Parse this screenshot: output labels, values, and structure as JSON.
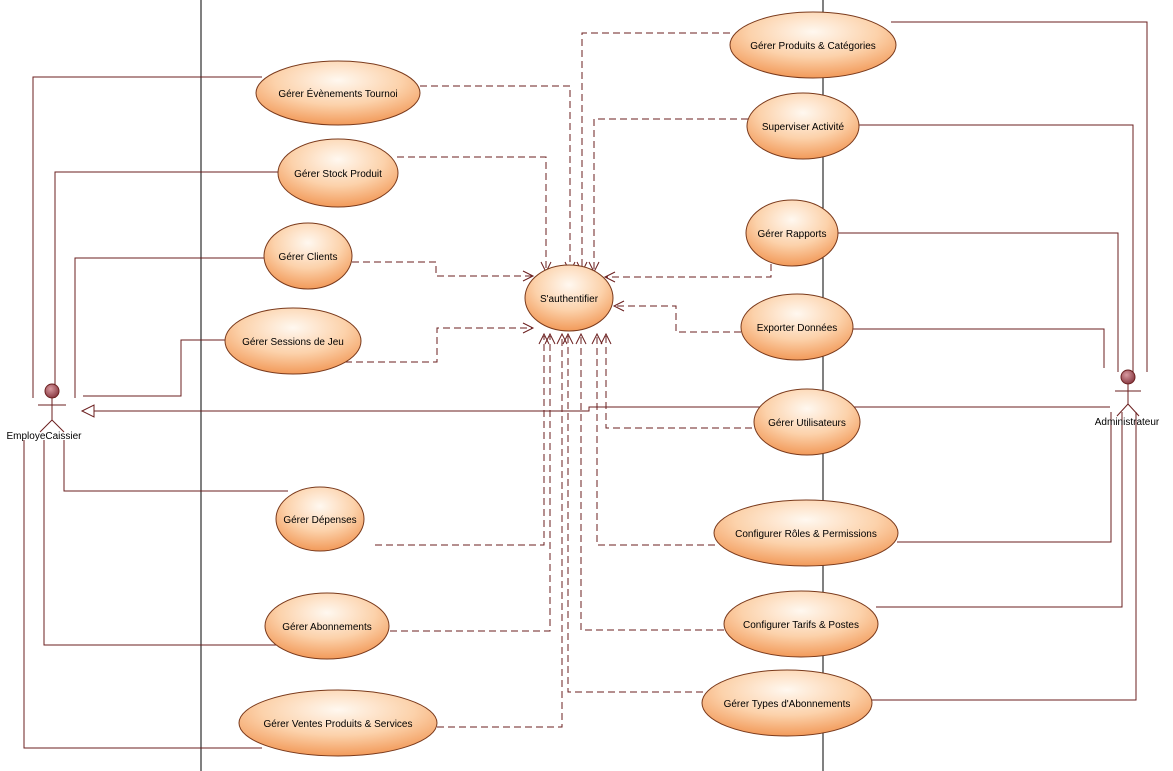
{
  "actors": {
    "employe": {
      "name": "EmployeCaissier"
    },
    "admin": {
      "name": "Administrateur"
    }
  },
  "use_cases": {
    "auth": "S'authentifier",
    "evenements": "Gérer Évènements Tournoi",
    "stock": "Gérer Stock Produit",
    "clients": "Gérer Clients",
    "sessions": "Gérer Sessions de Jeu",
    "depenses": "Gérer Dépenses",
    "abonnements": "Gérer Abonnements",
    "ventes": "Gérer Ventes Produits & Services",
    "produits": "Gérer Produits & Catégories",
    "superviser": "Superviser Activité",
    "rapports": "Gérer Rapports",
    "exporter": "Exporter Données",
    "utilisateurs": "Gérer Utilisateurs",
    "roles": "Configurer Rôles & Permissions",
    "tarifs": "Configurer Tarifs & Postes",
    "types_abonnements": "Gérer Types d'Abonnements"
  },
  "colors": {
    "line": "#6b1f1f",
    "ellipse_fill_light": "#fff6ec",
    "ellipse_fill_dark": "#f5a467",
    "actor_head": "#a0525a"
  }
}
